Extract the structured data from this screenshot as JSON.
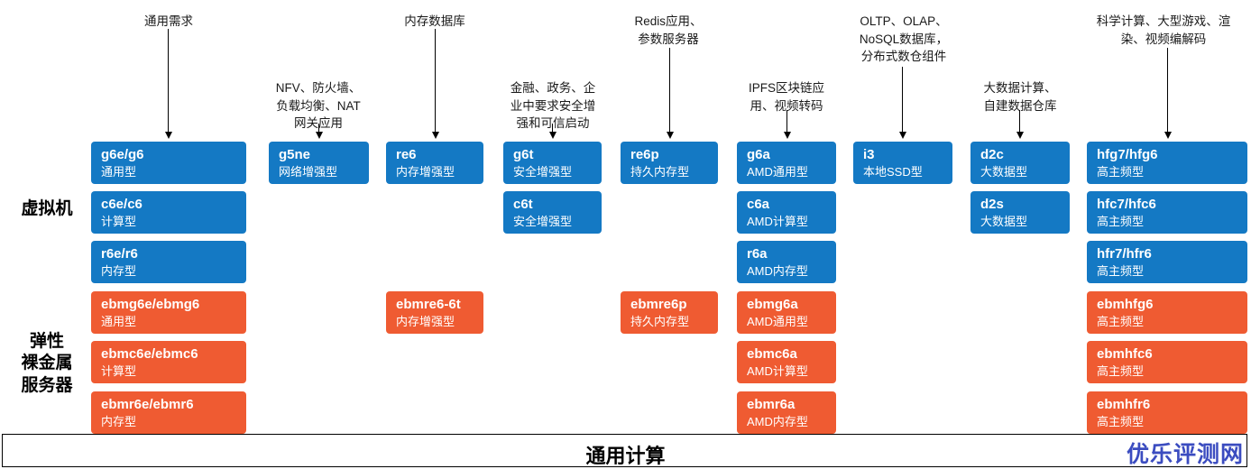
{
  "footer": {
    "title": "通用计算",
    "watermark": "优乐评测网"
  },
  "row_labels": {
    "vm": "虚拟机",
    "ebm": "弹性\n裸金属\n服务器"
  },
  "columns": [
    {
      "id": "general",
      "annotation": "通用需求",
      "boxes": [
        {
          "name": "g6e/g6",
          "kind": "通用型",
          "color": "blue"
        },
        {
          "name": "c6e/c6",
          "kind": "计算型",
          "color": "blue"
        },
        {
          "name": "r6e/r6",
          "kind": "内存型",
          "color": "blue"
        },
        {
          "name": "ebmg6e/ebmg6",
          "kind": "通用型",
          "color": "orange"
        },
        {
          "name": "ebmc6e/ebmc6",
          "kind": "计算型",
          "color": "orange"
        },
        {
          "name": "ebmr6e/ebmr6",
          "kind": "内存型",
          "color": "orange"
        }
      ]
    },
    {
      "id": "network",
      "annotation": "NFV、防火墙、\n负载均衡、NAT\n网关应用",
      "boxes": [
        {
          "name": "g5ne",
          "kind": "网络增强型",
          "color": "blue"
        }
      ]
    },
    {
      "id": "memory-db",
      "annotation": "内存数据库",
      "boxes": [
        {
          "name": "re6",
          "kind": "内存增强型",
          "color": "blue"
        },
        {
          "name": "ebmre6-6t",
          "kind": "内存增强型",
          "color": "orange"
        }
      ]
    },
    {
      "id": "security",
      "annotation": "金融、政务、企\n业中要求安全增\n强和可信启动",
      "boxes": [
        {
          "name": "g6t",
          "kind": "安全增强型",
          "color": "blue"
        },
        {
          "name": "c6t",
          "kind": "安全增强型",
          "color": "blue"
        }
      ]
    },
    {
      "id": "persistent-memory",
      "annotation": "Redis应用、\n参数服务器",
      "boxes": [
        {
          "name": "re6p",
          "kind": "持久内存型",
          "color": "blue"
        },
        {
          "name": "ebmre6p",
          "kind": "持久内存型",
          "color": "orange"
        }
      ]
    },
    {
      "id": "amd",
      "annotation": "IPFS区块链应\n用、视频转码",
      "boxes": [
        {
          "name": "g6a",
          "kind": "AMD通用型",
          "color": "blue"
        },
        {
          "name": "c6a",
          "kind": "AMD计算型",
          "color": "blue"
        },
        {
          "name": "r6a",
          "kind": "AMD内存型",
          "color": "blue"
        },
        {
          "name": "ebmg6a",
          "kind": "AMD通用型",
          "color": "orange"
        },
        {
          "name": "ebmc6a",
          "kind": "AMD计算型",
          "color": "orange"
        },
        {
          "name": "ebmr6a",
          "kind": "AMD内存型",
          "color": "orange"
        }
      ]
    },
    {
      "id": "local-ssd",
      "annotation": "OLTP、OLAP、\nNoSQL数据库，\n分布式数仓组件",
      "boxes": [
        {
          "name": "i3",
          "kind": "本地SSD型",
          "color": "blue"
        }
      ]
    },
    {
      "id": "big-data",
      "annotation": "大数据计算、\n自建数据仓库",
      "boxes": [
        {
          "name": "d2c",
          "kind": "大数据型",
          "color": "blue"
        },
        {
          "name": "d2s",
          "kind": "大数据型",
          "color": "blue"
        }
      ]
    },
    {
      "id": "high-frequency",
      "annotation": "科学计算、大型游戏、渲\n染、视频编解码",
      "boxes": [
        {
          "name": "hfg7/hfg6",
          "kind": "高主频型",
          "color": "blue"
        },
        {
          "name": "hfc7/hfc6",
          "kind": "高主频型",
          "color": "blue"
        },
        {
          "name": "hfr7/hfr6",
          "kind": "高主频型",
          "color": "blue"
        },
        {
          "name": "ebmhfg6",
          "kind": "高主频型",
          "color": "orange"
        },
        {
          "name": "ebmhfc6",
          "kind": "高主频型",
          "color": "orange"
        },
        {
          "name": "ebmhfr6",
          "kind": "高主频型",
          "color": "orange"
        }
      ]
    }
  ],
  "colors": {
    "blue": "#1479c4",
    "orange": "#ef5b32",
    "watermark": "#3b4cc0"
  }
}
